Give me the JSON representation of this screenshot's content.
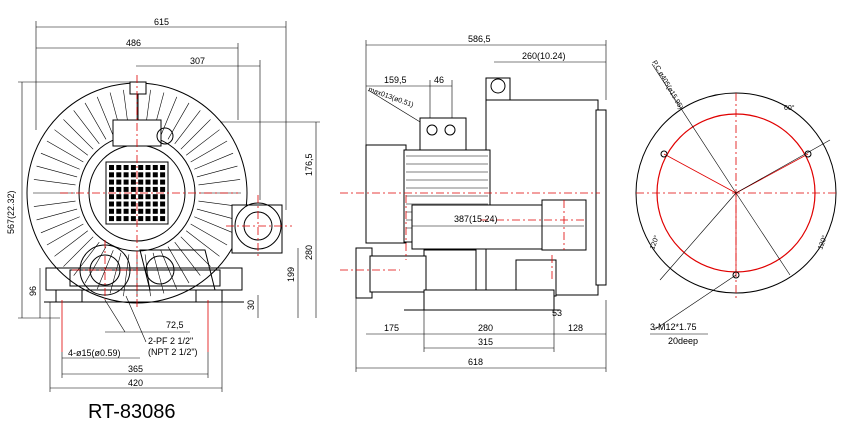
{
  "model": "RT-83086",
  "front_view": {
    "dims": {
      "overall_width": "615",
      "width_486": "486",
      "width_307": "307",
      "height_total": "567(22.32)",
      "height_176": "176,5",
      "height_280": "280",
      "height_199": "199",
      "height_96": "96",
      "foot_30": "30",
      "offset_72": "72,5",
      "base_365": "365",
      "base_420": "420"
    },
    "labels": {
      "port_line1": "2-PF 2 1/2\"",
      "port_line2": "(NPT 2 1/2\")",
      "holes": "4-ø15(ø0.59)"
    }
  },
  "side_view": {
    "dims": {
      "overall_width": "586,5",
      "width_260": "260(10.24)",
      "width_159": "159,5",
      "width_46": "46",
      "max_label": "max013(ø0.51)",
      "shaft_387": "387(15.24)",
      "left_175": "175",
      "mid_280": "280",
      "right_128": "128",
      "base_315": "315",
      "overall_618": "618",
      "small_53": "53"
    }
  },
  "flange_view": {
    "dims": {
      "pcd": "P.C.ø405(ø15.95)",
      "angle_top": "60°",
      "angle_left": "120°",
      "angle_right": "120°",
      "thread_line1": "3-M12*1.75",
      "thread_line2": "20deep"
    }
  }
}
